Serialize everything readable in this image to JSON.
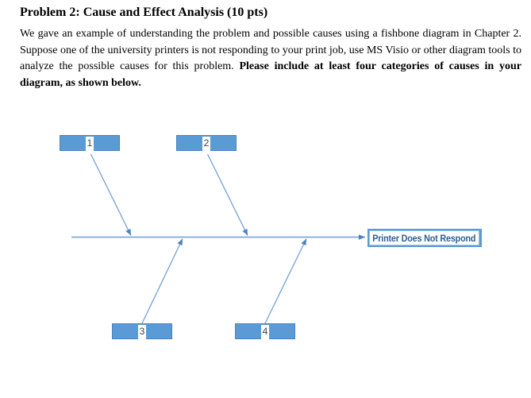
{
  "document": {
    "title": "Problem 2: Cause and Effect Analysis (10 pts)",
    "paragraph_normal": "We gave an example of understanding the problem and possible causes using a fishbone diagram in Chapter 2. Suppose one of the university printers is not responding to your print job, use MS Visio or other diagram tools to analyze the possible causes for this problem. ",
    "paragraph_bold": "Please include at least four categories of causes in your diagram, as shown below."
  },
  "diagram": {
    "type": "fishbone-cause-effect",
    "effect_label": "Printer Does Not Respond",
    "categories": [
      "1",
      "2",
      "3",
      "4"
    ],
    "colors": {
      "category_fill": "#5B9BD5",
      "category_border": "#4981C2",
      "connector_line": "#7BA6DB",
      "arrowhead": "#4E81C1",
      "effect_border": "#5B9BD5",
      "effect_inner_border": "#9CC2E5",
      "effect_text": "#2E5E95",
      "number_text": "#3F3F3F"
    }
  }
}
